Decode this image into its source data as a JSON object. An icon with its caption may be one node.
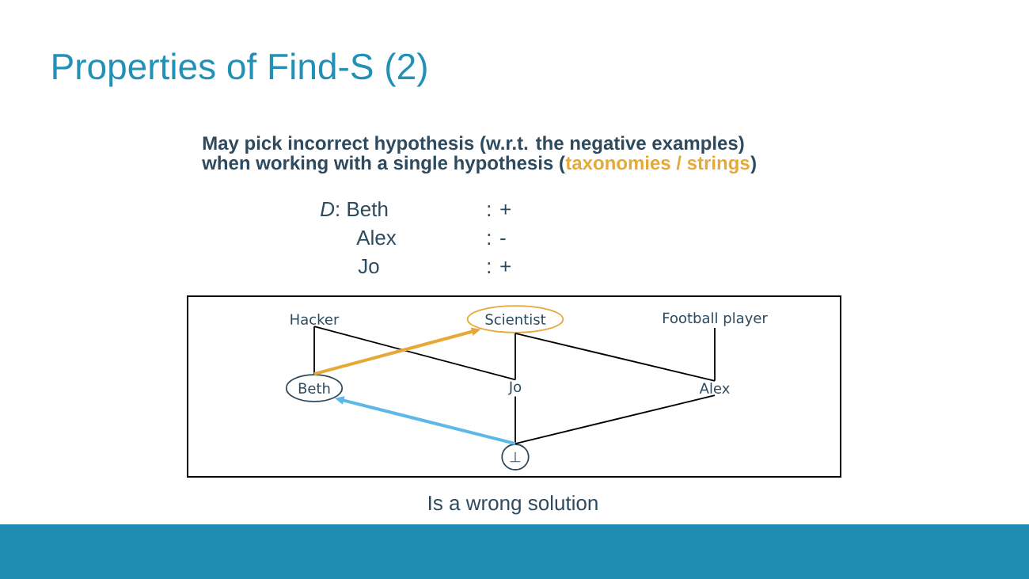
{
  "diagram": {
    "title": "Properties of Find-S (2)",
    "nodes": [
      {
        "text": [
          "Hacker"
        ]
      },
      {
        "text": [
          "Scientist"
        ]
      },
      {
        "text": [
          "Football player"
        ]
      },
      {
        "text": [
          "Beth"
        ]
      },
      {
        "text": [
          "Jo"
        ]
      },
      {
        "text": [
          "Alex"
        ]
      },
      {
        "text": [
          "⊥"
        ]
      }
    ],
    "edges": [
      {
        "from": 0,
        "to": 3,
        "arrow": "none"
      },
      {
        "from": 0,
        "to": 4,
        "arrow": "none"
      },
      {
        "from": 1,
        "to": 4,
        "arrow": "none"
      },
      {
        "from": 1,
        "to": 5,
        "arrow": "none"
      },
      {
        "from": 2,
        "to": 5,
        "arrow": "none"
      },
      {
        "from": 4,
        "to": 6,
        "arrow": "none"
      },
      {
        "from": 5,
        "to": 6,
        "arrow": "none"
      },
      {
        "from": 3,
        "to": 1,
        "arrow": "to",
        "style": "thick",
        "color": "#e6a937"
      },
      {
        "from": 6,
        "to": 3,
        "arrow": "to",
        "style": "thick",
        "color": "#5bb8e8"
      }
    ],
    "labels": [
      "May pick incorrect hypothesis (w.r.t. the negative examples)",
      "when working with a single hypothesis (",
      "taxonomies / strings",
      ")",
      "*D*: Beth",
      ": +",
      "Alex",
      ": -",
      "Jo",
      ": +",
      "Is a wrong solution"
    ]
  }
}
